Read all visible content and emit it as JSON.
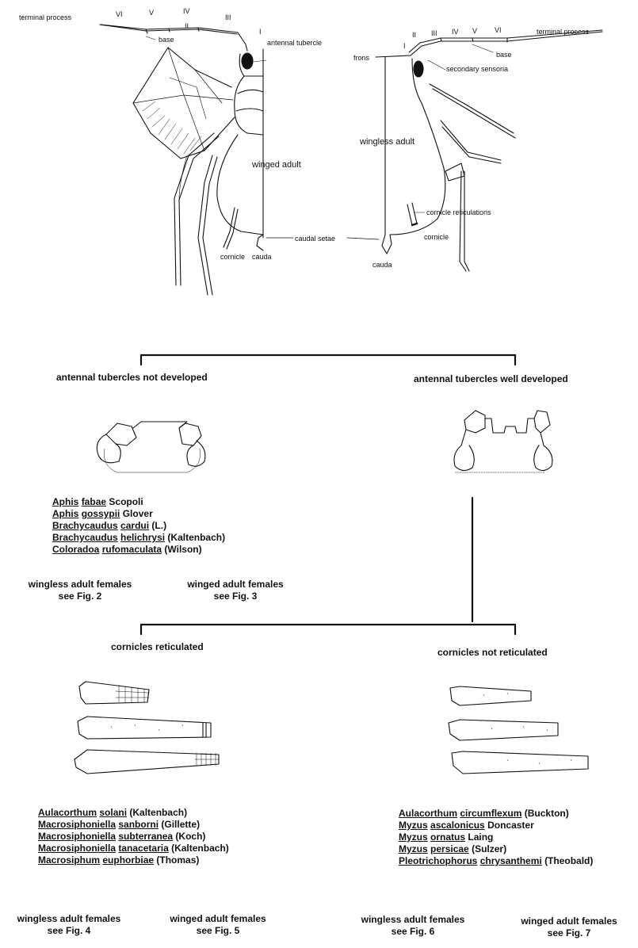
{
  "anatomy": {
    "winged": {
      "terminal_process": "terminal process",
      "base": "base",
      "segments": [
        "VI",
        "V",
        "IV",
        "II",
        "III",
        "I"
      ],
      "antennal_tubercle": "antennal tubercle",
      "body": "winged adult",
      "cornicle": "cornicle",
      "cauda": "cauda"
    },
    "wingless": {
      "frons": "frons",
      "segments": [
        "I",
        "II",
        "III",
        "IV",
        "V",
        "VI"
      ],
      "terminal_process": "terminal process",
      "base": "base",
      "secondary_sensoria": "secondary sensoria",
      "body": "wingless adult",
      "cornicle_reticulations": "cornicle reticulations",
      "cornicle": "cornicle",
      "cauda": "cauda"
    },
    "caudal_setae": "caudal setae"
  },
  "key": {
    "left_branch": {
      "heading": "antennal tubercles not developed",
      "species": [
        {
          "genus": "Aphis",
          "species": "fabae",
          "author": "Scopoli"
        },
        {
          "genus": "Aphis",
          "species": "gossypii",
          "author": "Glover"
        },
        {
          "genus": "Brachycaudus",
          "species": "cardui",
          "author": "(L.)"
        },
        {
          "genus": "Brachycaudus",
          "species": "helichrysi",
          "author": "(Kaltenbach)"
        },
        {
          "genus": "Coloradoa",
          "species": "rufomaculata",
          "author": "(Wilson)"
        }
      ],
      "refs": [
        {
          "line1": "wingless adult females",
          "line2": "see Fig. 2"
        },
        {
          "line1": "winged adult females",
          "line2": "see Fig. 3"
        }
      ]
    },
    "right_branch": {
      "heading": "antennal tubercles well developed"
    },
    "reticulated": {
      "heading": "cornicles reticulated",
      "species": [
        {
          "genus": "Aulacorthum",
          "species": "solani",
          "author": "(Kaltenbach)"
        },
        {
          "genus": "Macrosiphoniella",
          "species": "sanborni",
          "author": "(Gillette)"
        },
        {
          "genus": "Macrosiphoniella",
          "species": "subterranea",
          "author": "(Koch)"
        },
        {
          "genus": "Macrosiphoniella",
          "species": "tanacetaria",
          "author": "(Kaltenbach)"
        },
        {
          "genus": "Macrosiphum",
          "species": "euphorbiae",
          "author": "(Thomas)"
        }
      ],
      "refs": [
        {
          "line1": "wingless adult females",
          "line2": "see Fig. 4"
        },
        {
          "line1": "winged adult females",
          "line2": "see Fig. 5"
        }
      ]
    },
    "not_reticulated": {
      "heading": "cornicles not reticulated",
      "species": [
        {
          "genus": "Aulacorthum",
          "species": "circumflexum",
          "author": "(Buckton)"
        },
        {
          "genus": "Myzus",
          "species": "ascalonicus",
          "author": "Doncaster"
        },
        {
          "genus": "Myzus",
          "species": "ornatus",
          "author": "Laing"
        },
        {
          "genus": "Myzus",
          "species": "persicae",
          "author": "(Sulzer)"
        },
        {
          "genus": "Pleotrichophorus",
          "species": "chrysanthemi",
          "author": "(Theobald)"
        }
      ],
      "refs": [
        {
          "line1": "wingless adult females",
          "line2": "see Fig. 6"
        },
        {
          "line1": "winged adult females",
          "line2": "see Fig. 7"
        }
      ]
    }
  }
}
